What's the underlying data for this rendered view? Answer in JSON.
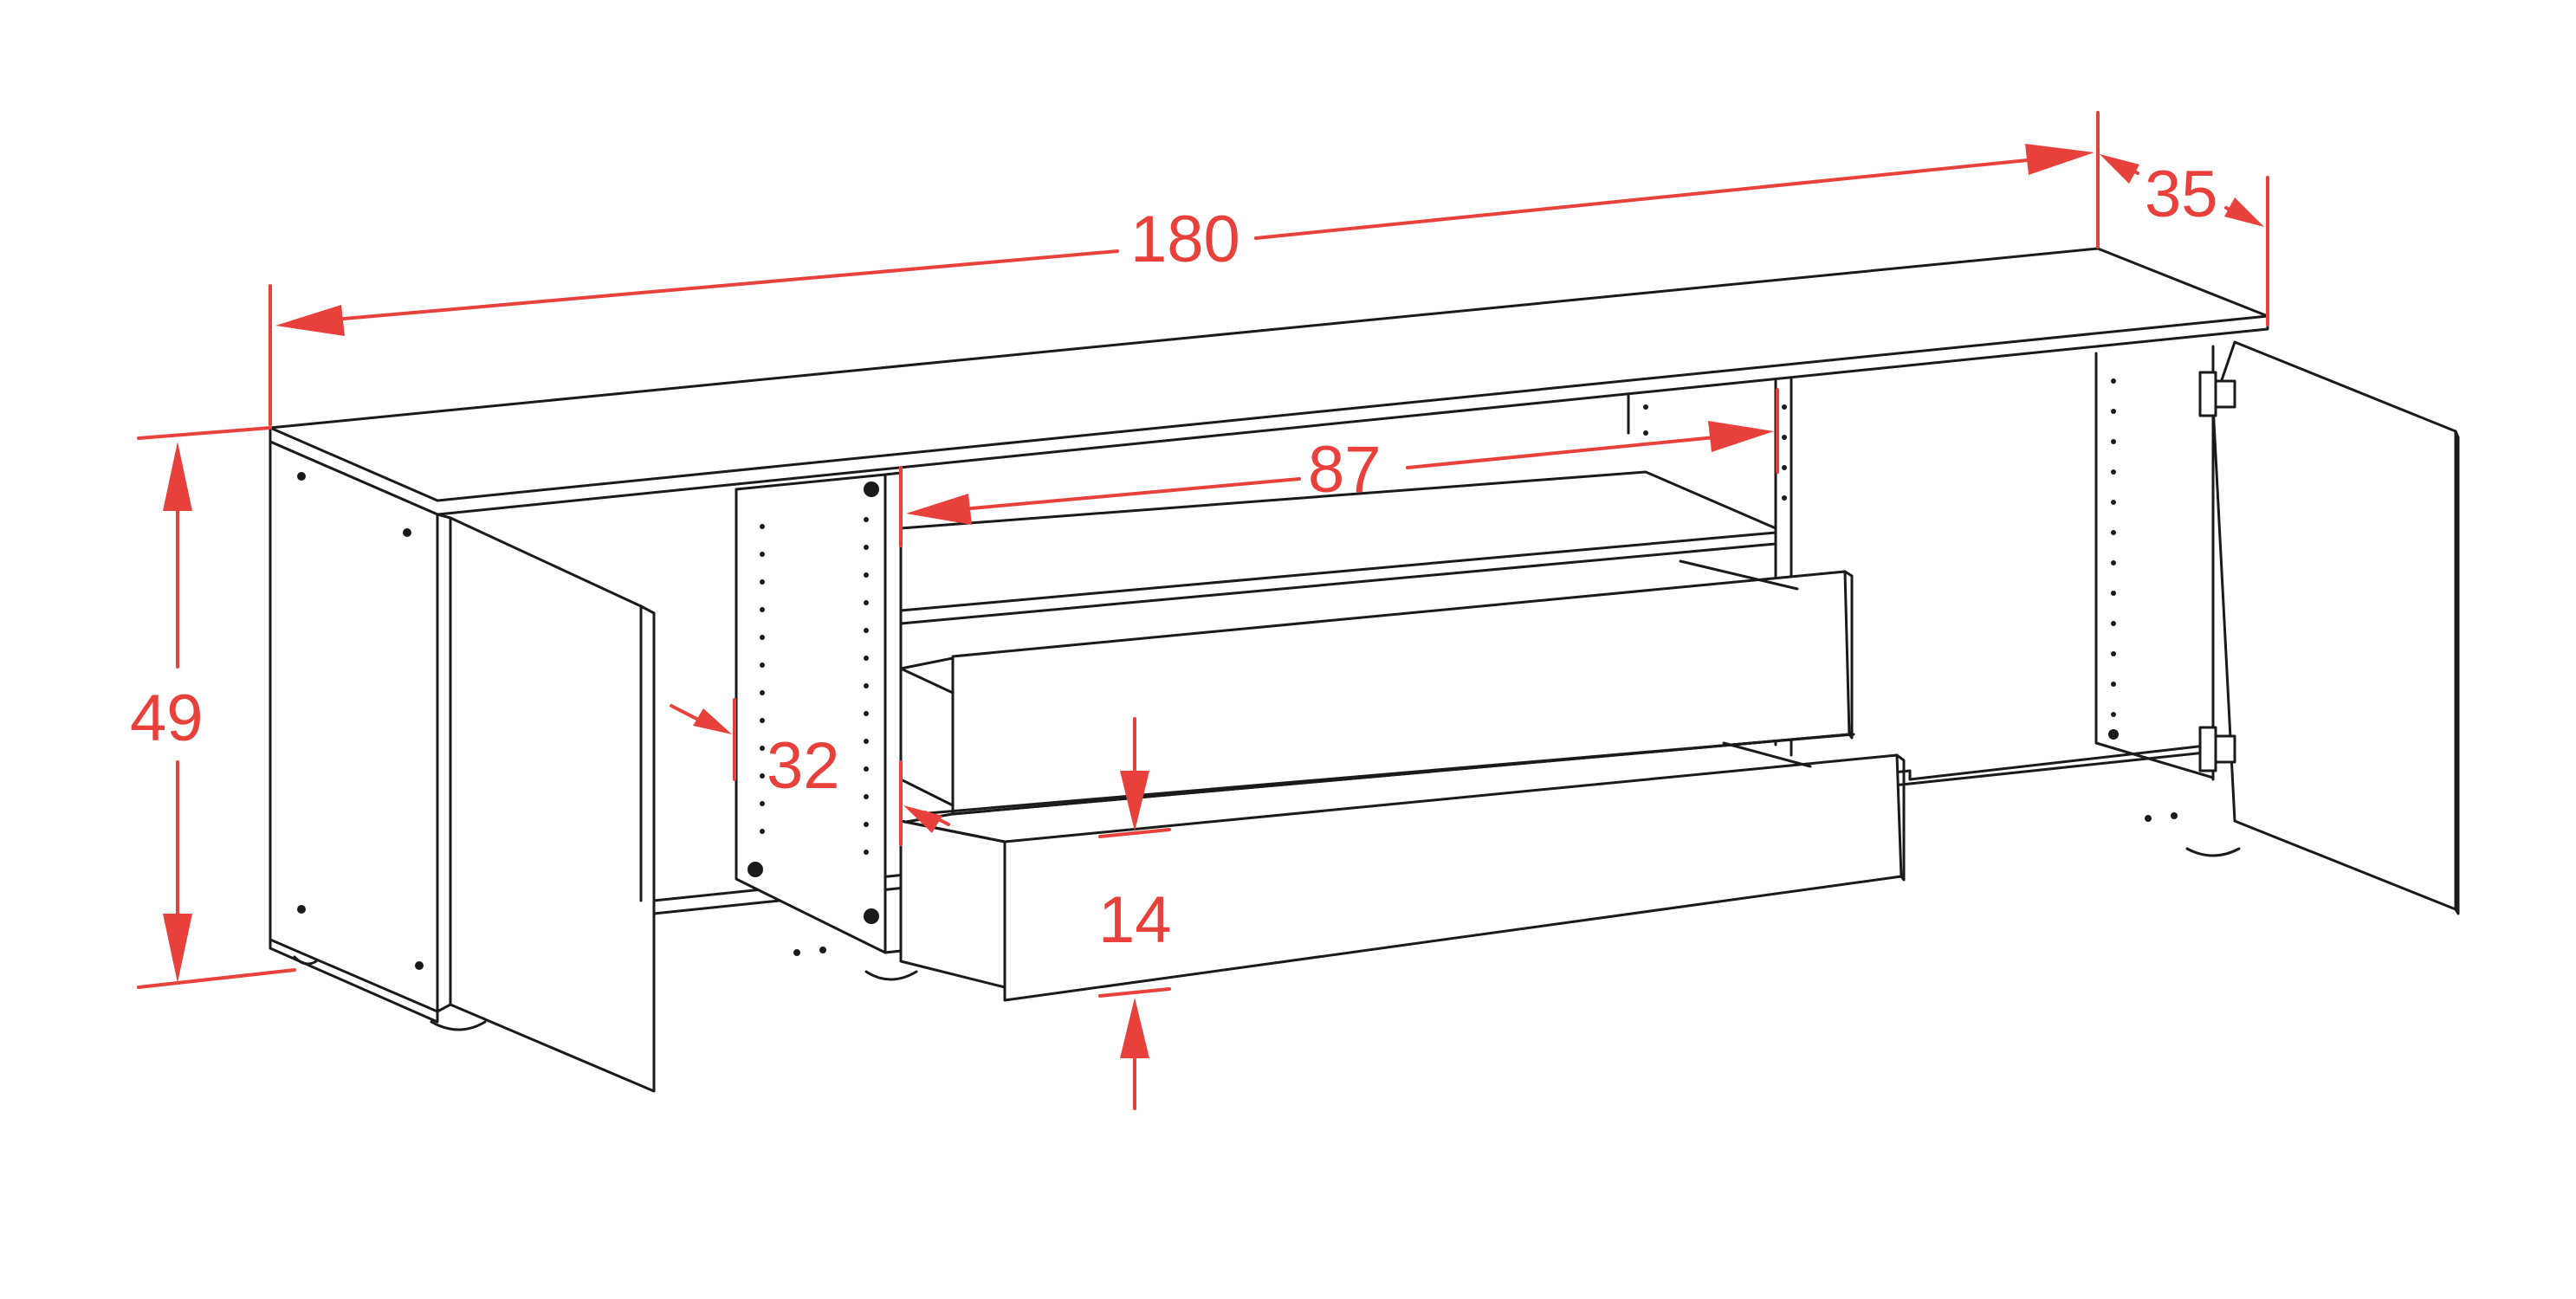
{
  "dimensions": {
    "width": "180",
    "depth": "35",
    "height": "49",
    "shelf_width": "87",
    "inner_depth": "32",
    "drawer_height": "14"
  },
  "colors": {
    "line": "#1a1a1a",
    "dimension": "#e8403a",
    "background": "#ffffff"
  }
}
